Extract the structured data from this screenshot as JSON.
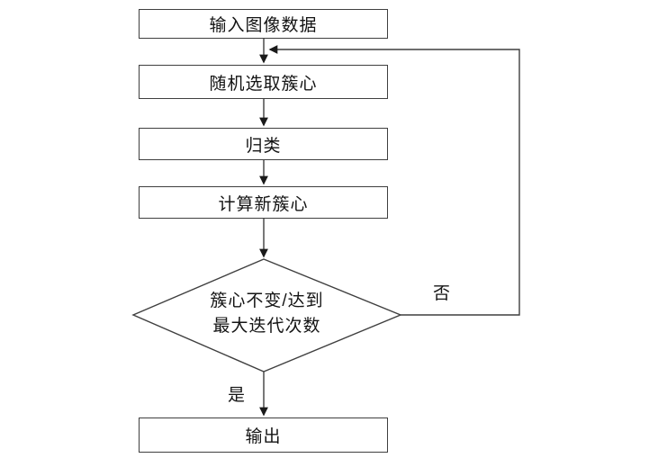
{
  "diagram": {
    "type": "flowchart",
    "colors": {
      "stroke": "#3f3f3f",
      "arrow_fill": "#1a1a1a",
      "background": "#ffffff",
      "text": "#141414"
    },
    "nodes": {
      "input": {
        "shape": "rectangle",
        "label": "输入图像数据"
      },
      "select": {
        "shape": "rectangle",
        "label": "随机选取簇心"
      },
      "classify": {
        "shape": "rectangle",
        "label": "归类"
      },
      "compute": {
        "shape": "rectangle",
        "label": "计算新簇心"
      },
      "decision": {
        "shape": "diamond",
        "label": "簇心不变/达到\n最大迭代次数"
      },
      "output": {
        "shape": "rectangle",
        "label": "输出"
      }
    },
    "edges": [
      {
        "from": "input",
        "to": "select",
        "label": ""
      },
      {
        "from": "select",
        "to": "classify",
        "label": ""
      },
      {
        "from": "classify",
        "to": "compute",
        "label": ""
      },
      {
        "from": "compute",
        "to": "decision",
        "label": ""
      },
      {
        "from": "decision",
        "to": "output",
        "label": "是"
      },
      {
        "from": "decision",
        "to": "select",
        "label": "否",
        "route": "loop-right-up"
      }
    ],
    "labels": {
      "yes": "是",
      "no": "否"
    }
  }
}
